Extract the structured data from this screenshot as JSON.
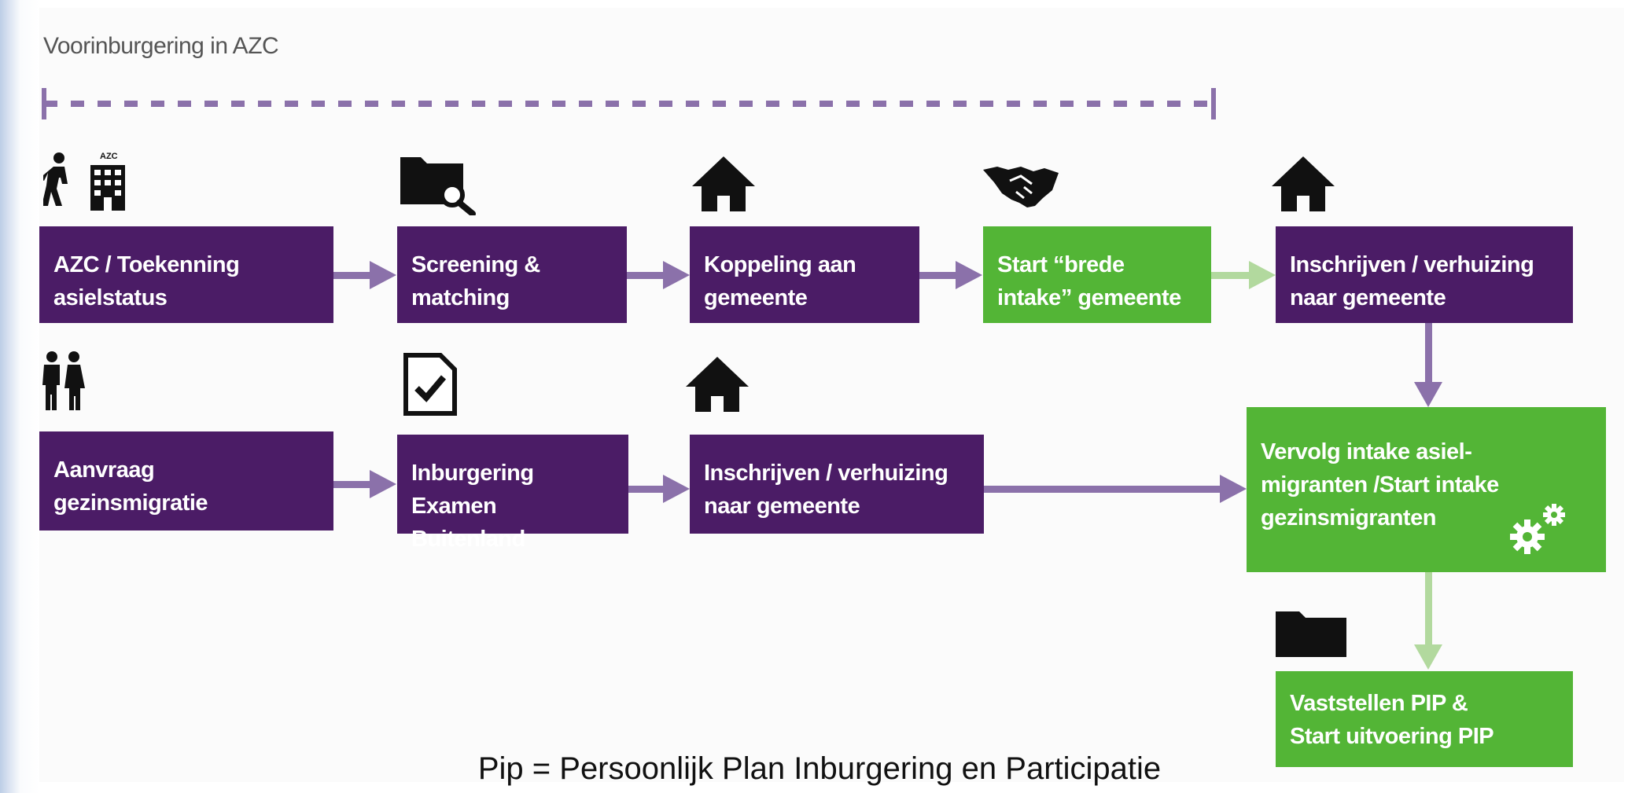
{
  "title": "Voorinburgering in AZC",
  "top_row": [
    {
      "id": "azc",
      "label": "AZC / Toekenning\nasielstatus",
      "color": "purple",
      "icon": "person-walking-azc-icon"
    },
    {
      "id": "screening",
      "label": "Screening &\nmatching",
      "color": "purple",
      "icon": "folder-search-icon"
    },
    {
      "id": "koppeling",
      "label": "Koppeling aan\ngemeente",
      "color": "purple",
      "icon": "house-icon"
    },
    {
      "id": "brede",
      "label": "Start “brede\nintake” gemeente",
      "color": "green",
      "icon": "handshake-icon"
    },
    {
      "id": "inschrijven1",
      "label": "Inschrijven / verhuizing\nnaar gemeente",
      "color": "purple",
      "icon": "house-icon"
    }
  ],
  "bottom_row": [
    {
      "id": "aanvraag",
      "label": "Aanvraag\ngezinsmigratie",
      "color": "purple",
      "icon": "family-icon"
    },
    {
      "id": "examen",
      "label": "Inburgering\nExamen Buitenland",
      "color": "purple",
      "icon": "checklist-icon"
    },
    {
      "id": "inschrijven2",
      "label": "Inschrijven / verhuizing\nnaar gemeente",
      "color": "purple",
      "icon": "house-icon"
    }
  ],
  "vervolg": {
    "label": "Vervolg intake asiel-\nmigranten /Start intake\ngezinsmigranten",
    "color": "green",
    "icon": "gears-icon"
  },
  "pip": {
    "label": "Vaststellen PIP &\nStart uitvoering PIP",
    "color": "green",
    "icon": "folder-icon"
  },
  "footnote": "Pip = Persoonlijk Plan Inburgering en Participatie",
  "colors": {
    "purple": "#4b1c66",
    "green": "#53b536",
    "arrow_purple": "#8b71aa",
    "arrow_green": "#b2d99e"
  }
}
